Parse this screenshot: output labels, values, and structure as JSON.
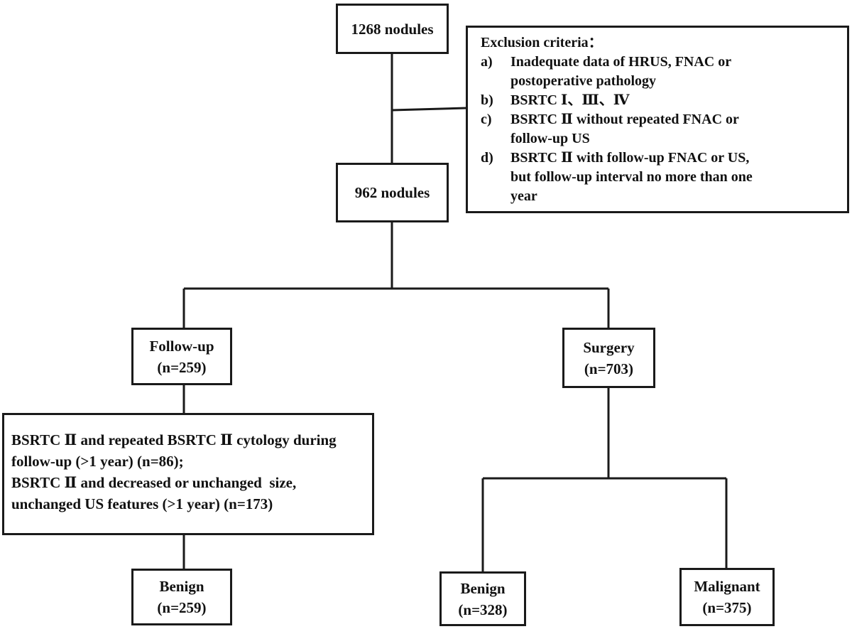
{
  "nodes": {
    "start": {
      "label": "1268 nodules"
    },
    "included": {
      "label": "962 nodules"
    },
    "followup": {
      "label": "Follow-up",
      "count": "(n=259)"
    },
    "surgery": {
      "label": "Surgery",
      "count": "(n=703)"
    },
    "followup_criteria": {
      "lines": [
        "BSRTC Ⅱ and repeated BSRTC Ⅱ cytology during",
        "follow-up (>1 year) (n=86);",
        "BSRTC Ⅱ and decreased or unchanged  size,",
        "unchanged US features (>1 year) (n=173)"
      ]
    },
    "followup_benign": {
      "label": "Benign",
      "count": "(n=259)"
    },
    "surgery_benign": {
      "label": "Benign",
      "count": "(n=328)"
    },
    "surgery_malignant": {
      "label": "Malignant",
      "count": "(n=375)"
    }
  },
  "exclusion": {
    "title": "Exclusion criteria：",
    "items": [
      {
        "letter": "a)",
        "text": "Inadequate data of HRUS, FNAC or\npostoperative pathology"
      },
      {
        "letter": "b)",
        "text": "BSRTC Ⅰ、Ⅲ、Ⅳ"
      },
      {
        "letter": "c)",
        "text": "BSRTC Ⅱ without repeated FNAC or\nfollow-up US"
      },
      {
        "letter": "d)",
        "text": "BSRTC Ⅱ with follow-up FNAC or US,\nbut follow-up interval no more than one\nyear"
      }
    ]
  }
}
